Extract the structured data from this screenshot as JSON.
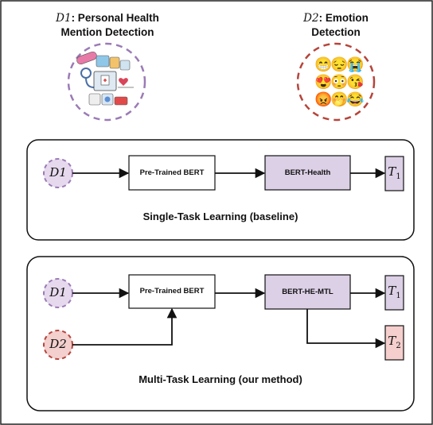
{
  "top": {
    "d1_symbol": "D1",
    "d1_title_rest": ": Personal Health",
    "d1_title_line2": "Mention Detection",
    "d2_symbol": "D2",
    "d2_title_rest": ": Emotion",
    "d2_title_line2": "Detection",
    "emojis": [
      "😁",
      "😔",
      "😭",
      "😍",
      "😳",
      "😘",
      "😡",
      "🤭",
      "😂"
    ],
    "d1_circle_color": "#9b7bb5",
    "d2_circle_color": "#b5443b"
  },
  "single_task": {
    "input_node": "D1",
    "pretrained_label": "Pre-Trained BERT",
    "model_label": "BERT-Health",
    "output_node": "T",
    "output_sub": "1",
    "caption": "Single-Task Learning (baseline)"
  },
  "multi_task": {
    "input_node_1": "D1",
    "input_node_2": "D2",
    "pretrained_label": "Pre-Trained BERT",
    "model_label": "BERT-HE-MTL",
    "output_node_1": "T",
    "output_sub_1": "1",
    "output_node_2": "T",
    "output_sub_2": "2",
    "caption": "Multi-Task Learning (our method)"
  },
  "colors": {
    "purple_fill": "#e6d9ee",
    "purple_stroke": "#9b7bb5",
    "red_fill": "#f3cfcd",
    "red_stroke": "#b5443b",
    "model_fill": "#dcd0e6",
    "t2_fill": "#f4cfcd"
  }
}
